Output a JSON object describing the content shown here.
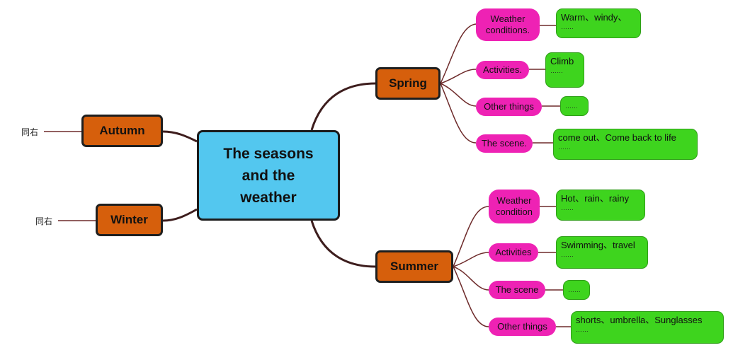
{
  "center": {
    "line1": "The seasons",
    "line2": "and the",
    "line3": "weather"
  },
  "seasons": {
    "spring": "Spring",
    "summer": "Summer",
    "autumn": "Autumn",
    "winter": "Winter"
  },
  "same_right": "同右",
  "spring": {
    "weather": {
      "line1": "Weather",
      "line2": "conditions.",
      "detail": "Warm、windy、",
      "more": "……"
    },
    "activities": {
      "label": "Activities.",
      "detail": "Climb",
      "more": "……"
    },
    "other": {
      "label": "Other things",
      "more": "……"
    },
    "scene": {
      "label": "The scene.",
      "detail": "come out、Come back to life",
      "more": "……"
    }
  },
  "summer": {
    "weather": {
      "line1": "Weather",
      "line2": "condition",
      "detail": "Hot、rain、rainy",
      "more": "……"
    },
    "activities": {
      "label": "Activities",
      "detail": "Swimming、travel",
      "more": "……"
    },
    "scene": {
      "label": "The scene",
      "more": "……"
    },
    "other": {
      "label": "Other things",
      "detail": "shorts、umbrella、Sunglasses",
      "more": "……"
    }
  },
  "colors": {
    "center": "#53c7ef",
    "season": "#d65f0c",
    "category": "#ee22b4",
    "detail": "#3ed41e",
    "line": "#4a1a1a"
  }
}
